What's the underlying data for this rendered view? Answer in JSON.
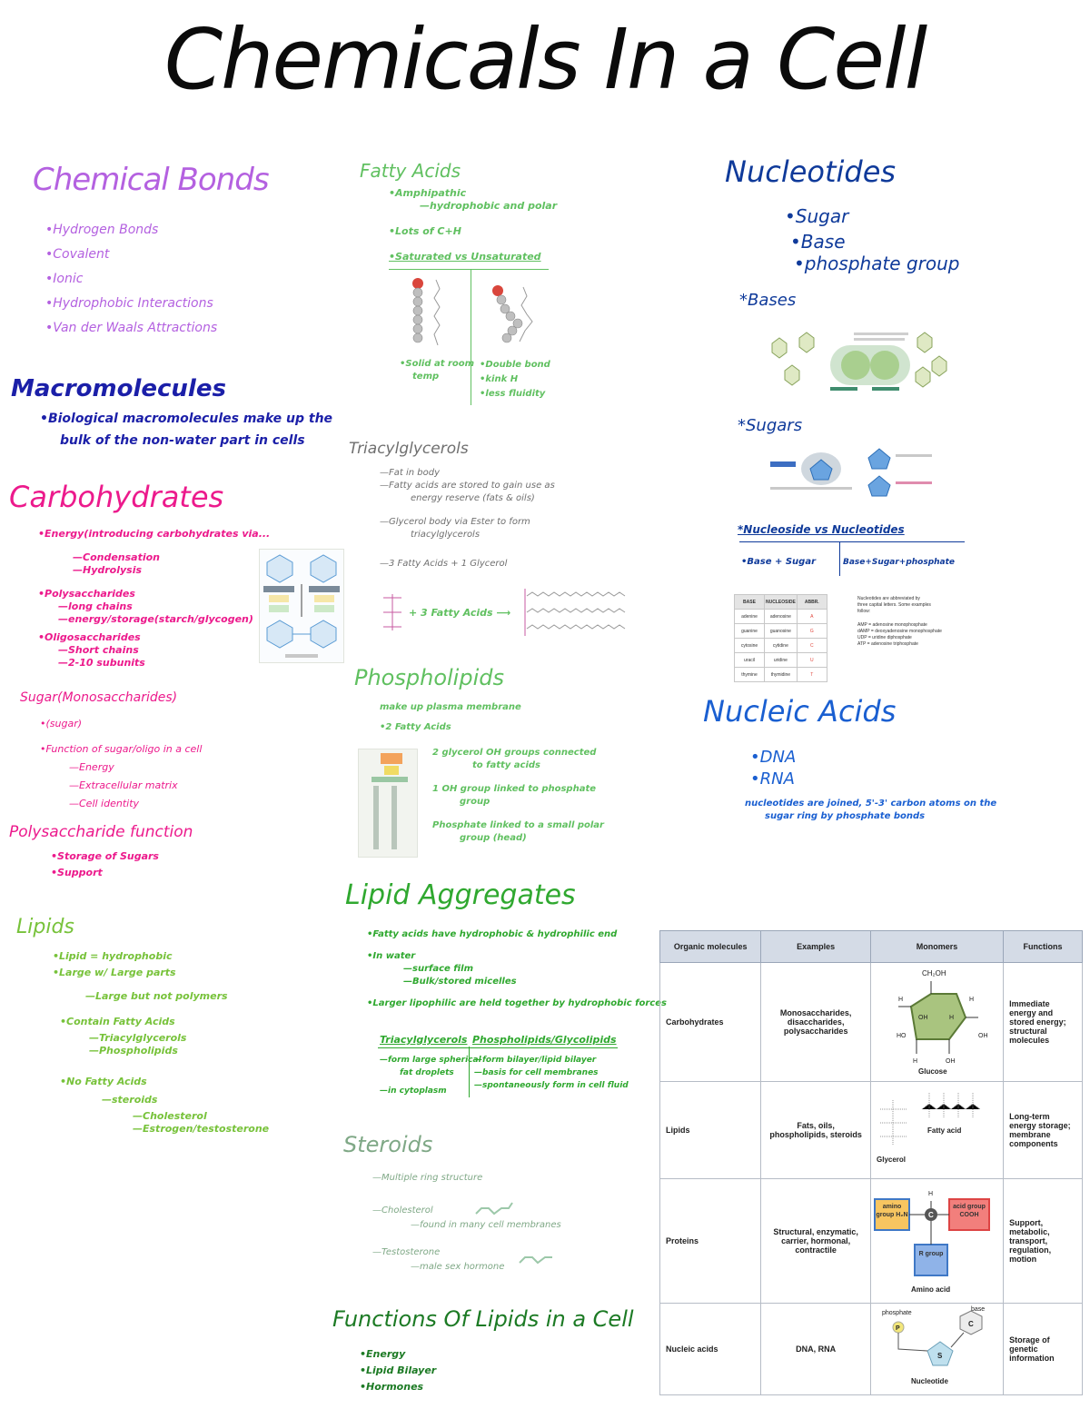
{
  "title": "Chemicals In a Cell",
  "chemical_bonds": {
    "heading": "Chemical Bonds",
    "items": [
      "•Hydrogen Bonds",
      "•Covalent",
      "•Ionic",
      "•Hydrophobic Interactions",
      "•Van der Waals Attractions"
    ]
  },
  "macromolecules": {
    "heading": "Macromolecules",
    "text": [
      "•Biological macromolecules make up the",
      "bulk of the non-water part in cells"
    ]
  },
  "carbohydrates": {
    "heading": "Carbohydrates",
    "lines": [
      "•Energy(introducing carbohydrates via...",
      "—Condensation",
      "—Hydrolysis",
      "•Polysaccharides",
      "—long chains",
      "—energy/storage(starch/glycogen)",
      "•Oligosaccharides",
      "—Short chains",
      "—2-10 subunits"
    ],
    "sugar_heading": "Sugar(Monosaccharides)",
    "sugar_lines": [
      "•(sugar)",
      "•Function of sugar/oligo in a cell",
      "—Energy",
      "—Extracellular matrix",
      "—Cell identity"
    ],
    "poly_heading": "Polysaccharide function",
    "poly_lines": [
      "•Storage of Sugars",
      "•Support"
    ]
  },
  "lipids": {
    "heading": "Lipids",
    "lines": [
      "•Lipid = hydrophobic",
      "•Large w/ Large parts",
      "—Large but not polymers",
      "•Contain Fatty Acids",
      "—Triacylglycerols",
      "—Phospholipids",
      "•No Fatty Acids",
      "—steroids",
      "—Cholesterol",
      "—Estrogen/testosterone"
    ]
  },
  "fatty_acids": {
    "heading": "Fatty Acids",
    "lines": [
      "•Amphipathic",
      "—hydrophobic and polar",
      "•Lots of C+H",
      "•Saturated vs Unsaturated"
    ],
    "left_notes": [
      "•Solid at room",
      "temp"
    ],
    "right_notes": [
      "•Double bond",
      "•kink H",
      "•less fluidity"
    ]
  },
  "triacylglycerols": {
    "heading": "Triacylglycerols",
    "lines": [
      "—Fat in body",
      "—Fatty acids are stored to gain use as",
      "energy reserve (fats & oils)",
      "—Glycerol body via Ester to form",
      "triacylglycerols",
      "—3 Fatty Acids + 1 Glycerol"
    ],
    "equation": "+ 3 Fatty Acids ⟶"
  },
  "phospholipids": {
    "heading": "Phospholipids",
    "lines": [
      "make up plasma membrane",
      "•2 Fatty Acids"
    ],
    "notes": [
      "2 glycerol OH groups connected",
      "to fatty acids",
      "1 OH group linked to phosphate",
      "group",
      "Phosphate linked to a small polar",
      "group (head)"
    ]
  },
  "lipid_aggregates": {
    "heading": "Lipid Aggregates",
    "lines": [
      "•Fatty acids have hydrophobic & hydrophilic end",
      "•In water",
      "—surface film",
      "—Bulk/stored micelles",
      "•Larger lipophilic are held together by hydrophobic forces"
    ],
    "col1_head": "Triacylglycerols",
    "col2_head": "Phospholipids/Glycolipids",
    "col1": [
      "—form large spherical",
      "fat droplets",
      "—in cytoplasm"
    ],
    "col2": [
      "—form bilayer/lipid bilayer",
      "—basis for cell membranes",
      "—spontaneously form in cell fluid"
    ]
  },
  "steroids": {
    "heading": "Steroids",
    "lines": [
      "—Multiple ring structure",
      "—Cholesterol",
      "—found in many cell membranes",
      "—Testosterone",
      "—male sex hormone"
    ]
  },
  "functions_of_lipids": {
    "heading": "Functions Of Lipids in a Cell",
    "lines": [
      "•Energy",
      "•Lipid Bilayer",
      "•Hormones"
    ]
  },
  "nucleotides": {
    "heading": "Nucleotides",
    "lines": [
      "•Sugar",
      "•Base",
      "•phosphate group"
    ],
    "bases_label": "*Bases",
    "sugars_label": "*Sugars",
    "ns_heading": "*Nucleoside vs Nucleotides",
    "ns_left": "•Base + Sugar",
    "ns_right": "Base+Sugar+phosphate",
    "table_rows": [
      [
        "BASE",
        "NUCLEOSIDE",
        "ABBR."
      ],
      [
        "adenine",
        "adenosine",
        "A"
      ],
      [
        "guanine",
        "guanosine",
        "G"
      ],
      [
        "cytosine",
        "cytidine",
        "C"
      ],
      [
        "uracil",
        "uridine",
        "U"
      ],
      [
        "thymine",
        "thymidine",
        "T"
      ]
    ],
    "table_note": [
      "Nucleotides are abbreviated by",
      "three capital letters. Some examples",
      "follow:",
      "AMP = adenosine monophosphate",
      "dAMP = deoxyadenosine monophosphate",
      "UDP = uridine diphosphate",
      "ATP = adenosine triphosphate"
    ]
  },
  "nucleic_acids": {
    "heading": "Nucleic Acids",
    "lines": [
      "•DNA",
      "•RNA"
    ],
    "note": [
      "nucleotides are joined, 5'-3' carbon atoms on the",
      "sugar ring by phosphate bonds"
    ]
  },
  "organic_table": {
    "headers": [
      "Organic molecules",
      "Examples",
      "Monomers",
      "Functions"
    ],
    "rows": [
      {
        "category": "Carbohydrates",
        "examples": "Monosaccharides, disaccharides, polysaccharides",
        "monomer": "Glucose",
        "functions": "Immediate energy and stored energy; structural molecules"
      },
      {
        "category": "Lipids",
        "examples": "Fats, oils, phospholipids, steroids",
        "monomer": "Glycerol",
        "monomer2": "Fatty acid",
        "functions": "Long-term energy storage; membrane components"
      },
      {
        "category": "Proteins",
        "examples": "Structural, enzymatic, carrier, hormonal, contractile",
        "monomer": "Amino acid",
        "functions": "Support, metabolic, transport, regulation, motion"
      },
      {
        "category": "Nucleic acids",
        "examples": "DNA, RNA",
        "monomer": "Nucleotide",
        "functions": "Storage of genetic information"
      }
    ],
    "glucose_labels": [
      "CH₂OH",
      "H",
      "H",
      "OH",
      "H",
      "HO",
      "OH",
      "H",
      "OH"
    ],
    "amino_labels": {
      "amino": "amino group H₂N",
      "acid": "acid group COOH",
      "r": "R group",
      "c": "C",
      "h": "H"
    },
    "nucleotide_labels": {
      "phosphate": "phosphate",
      "base": "base",
      "p": "P",
      "c": "C",
      "s": "S"
    }
  },
  "colors": {
    "violet": "#b461e0",
    "navy": "#1b1fa8",
    "pink": "#ec1a8c",
    "lime": "#77c23a",
    "green": "#2fa82f",
    "dgreen": "#1c7a24",
    "blue": "#1a5fd1",
    "dblue": "#0f3a9a"
  }
}
